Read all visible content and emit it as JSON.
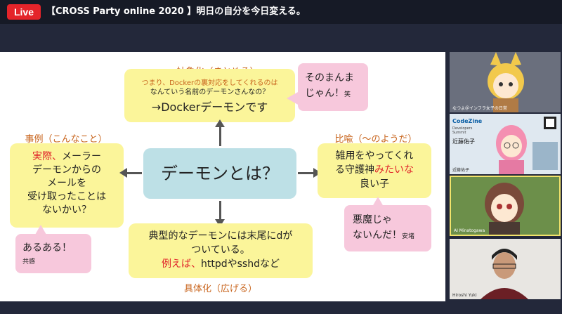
{
  "header": {
    "live_label": "Live",
    "title": "【CROSS Party online 2020 】明日の自分を今日変える。"
  },
  "slide": {
    "top_caption": "抽象化（まとめる）",
    "top_line1": "つまり、Dockerの裏対応をしてくれるのは",
    "top_line2": "なんていう名前のデーモンさんなの？",
    "top_line3": "→Dockerデーモンです",
    "top_note_line1": "そのまんま",
    "top_note_line2": "じゃん！",
    "top_note_small": "笑",
    "left_caption": "事例（こんなこと）",
    "left_red": "実際、",
    "left_line1": "メーラー",
    "left_line2": "デーモンからの",
    "left_line3": "メールを",
    "left_line4": "受け取ったことは",
    "left_line5": "ないかい？",
    "left_note_line1": "あるある！",
    "left_note_small": "共感",
    "center_text": "デーモンとは？",
    "right_caption": "比喩（～のようだ）",
    "right_line1": "雑用をやってくれ",
    "right_line2a": "る守護神",
    "right_red": "みたいな",
    "right_line3": "良い子",
    "right_note_line1": "悪魔じゃ",
    "right_note_line2": "ないんだ！",
    "right_note_small": "安堵",
    "bottom_line1": "典型的なデーモンには末尾にdが",
    "bottom_line2": "ついている。",
    "bottom_red": "例えば、",
    "bottom_line3": "httpdやsshdなど",
    "bottom_caption": "具体化（広げる）"
  },
  "participants": [
    {
      "name": "なつよ＠インフラ女子の日常",
      "bg": "#6a6f7d"
    },
    {
      "name": "近藤佑子",
      "bg": "#dfe8f0"
    },
    {
      "name": "AI Minatogawa",
      "bg": "#6c8f4a"
    },
    {
      "name": "Hiroshi Yuki",
      "bg": "#e8e6e2"
    }
  ],
  "sponsor_card": {
    "brand": "CodeZine",
    "sub": "Developers Summit",
    "name": "近藤佑子"
  },
  "colors": {
    "live": "#e4242a",
    "accent_orange": "#c8641c",
    "box_yellow": "#fbf59a",
    "center_blue": "#bde0e6",
    "note_pink": "#f7c8dc",
    "text_red": "#e0242a"
  }
}
